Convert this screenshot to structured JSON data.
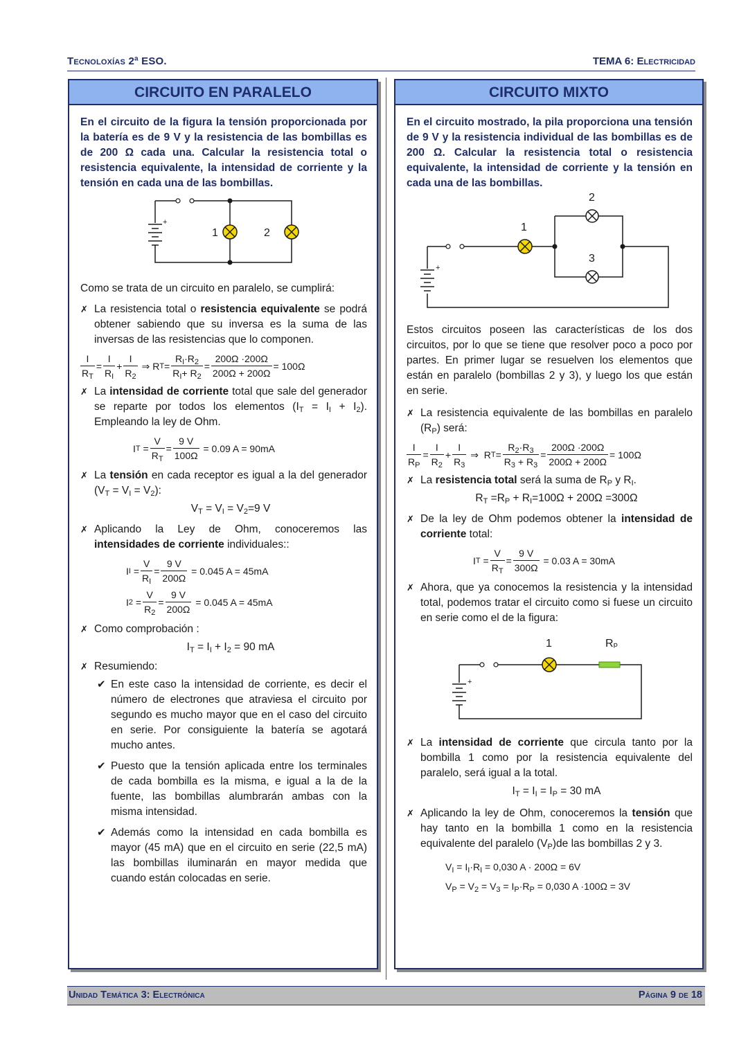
{
  "header": {
    "left": "Tecnoloxías 2ª ESO.",
    "right": "TEMA 6: Electricidad"
  },
  "footer": {
    "left": "Unidad Temática 3: Electrónica",
    "right": "Página 9 de 18"
  },
  "left": {
    "title": "CIRCUITO EN PARALELO",
    "intro": "En el circuito de la figura la tensión proporcionada por la batería es de 9 V y la resistencia de las bombillas es de 200 Ω cada una. Calcular la resistencia total o resistencia equivalente, la intensidad de corriente y la tensión en cada una de las bombillas.",
    "diagram": {
      "bulb1": "1",
      "bulb2": "2"
    },
    "lead": "Como se trata de un circuito en paralelo, se cumplirá:",
    "b1_pre": "La resistencia total o ",
    "b1_bold": "resistencia equivalente",
    "b1_post": " se podrá obtener sabiendo que su inversa es la suma de las inversas de las resistencias que lo componen.",
    "eq1": {
      "one": "I",
      "RT": "R",
      "RT_sub": "T",
      "R1": "R",
      "R1_sub": "I",
      "R2": "R",
      "R2_sub": "2",
      "num1": "R",
      "num_mid": "·R",
      "den_mid": "+ R",
      "v1": "200Ω ·200Ω",
      "v2": "200Ω + 200Ω",
      "result": "= 100Ω"
    },
    "b2_pre": "La ",
    "b2_bold": "intensidad de corriente",
    "b2_post": " total que sale del generador se reparte por todos los elementos (I",
    "b2_tail": "). Empleando la ley de Ohm.",
    "b2_it": "T",
    "b2_eqsum": " = I",
    "b2_plus": " + I",
    "eq2": {
      "lhs": "I",
      "lhs_sub": "T",
      "n1": "V",
      "d1": "R",
      "n2": "9 V",
      "d2": "100Ω",
      "res": "= 0.09 A = 90mA"
    },
    "b3_pre": "La ",
    "b3_bold": "tensión",
    "b3_post": " en cada receptor es igual a la del generador (V",
    "b3_mid1": " = V",
    "b3_mid2": " = V",
    "b3_end": "):",
    "eq3": {
      "a": "V",
      "b": " = V",
      "c": " = V",
      "d": "=9 V"
    },
    "b4_pre": "Aplicando la Ley de Ohm, conoceremos las ",
    "b4_bold": "intensidades de corriente",
    "b4_post": " individuales::",
    "eq4": {
      "lhs": "I",
      "n1": "V",
      "d1": "R",
      "n2": "9 V",
      "d2": "200Ω",
      "res": "= 0.045 A = 45mA"
    },
    "eq5": {
      "lhs": "I",
      "n1": "V",
      "d1": "R",
      "n2": "9 V",
      "d2": "200Ω",
      "res": "= 0.045 A = 45mA"
    },
    "b5": "Como comprobación :",
    "eq6": {
      "a": "I",
      "b": " = I",
      "c": " + I",
      "d": " = 90 mA"
    },
    "b6": "Resumiendo:",
    "c1": "En este caso la intensidad de corriente, es decir el número de electrones que atraviesa el circuito por segundo es mucho mayor que en el caso del circuito en serie. Por consiguiente la batería se agotará mucho antes.",
    "c2": "Puesto que la tensión aplicada entre los terminales de cada bombilla es la misma, e igual a la de la fuente, las bombillas alumbrarán ambas con la misma intensidad.",
    "c3": "Además como la intensidad en cada bombilla es mayor (45 mA) que en el circuito en serie (22,5 mA) las bombillas iluminarán en mayor medida que cuando están colocadas en serie."
  },
  "right": {
    "title": "CIRCUITO MIXTO",
    "intro": "En el circuito mostrado, la pila proporciona una tensión de 9 V y la resistencia individual de las bombillas es de 200 Ω. Calcular la resistencia total o resistencia equivalente, la intensidad de corriente y la tensión en cada una de las bombillas.",
    "diagram": {
      "bulb1": "1",
      "bulb2": "2",
      "bulb3": "3"
    },
    "lead": "Estos circuitos poseen las características de los dos circuitos, por lo que se tiene que resolver poco a poco por partes. En primer lugar se resuelven los elementos que están en paralelo (bombillas 2 y 3), y luego los que están en serie.",
    "b1": "La resistencia equivalente de las bombillas en paralelo (R",
    "b1_sub": "P",
    "b1_end": ") será:",
    "eq1": {
      "v1": "200Ω ·200Ω",
      "v2": "200Ω + 200Ω",
      "result": "= 100Ω"
    },
    "b2_pre": "La ",
    "b2_bold": "resistencia total",
    "b2_post": " será la suma de R",
    "b2_y": " y R",
    "eq2": "=R",
    "eq2b": " + R",
    "eq2c": "=100Ω + 200Ω =300Ω",
    "b3_pre": "De la ley de Ohm podemos obtener la ",
    "b3_bold": "intensidad de corriente",
    "b3_post": " total:",
    "eq3": {
      "n1": "V",
      "d1": "R",
      "n2": "9 V",
      "d2": "300Ω",
      "res": "= 0.03 A = 30mA"
    },
    "b4": "Ahora, que ya conocemos la resistencia y la intensidad total, podemos tratar el circuito como si fuese un circuito en serie como el de la figura:",
    "diagram2": {
      "bulb": "1",
      "rp": "Rₚ"
    },
    "b5_pre": "La ",
    "b5_bold": "intensidad de corriente",
    "b5_post": " que circula tanto por la bombilla 1 como por la resistencia equivalente del paralelo, será igual a la total.",
    "eq5": {
      "a": " = I",
      "b": " = I",
      "c": " = 30 mA"
    },
    "b6_pre": "Aplicando la ley de Ohm, conoceremos la ",
    "b6_bold": "tensión",
    "b6_post": " que hay tanto en la bombilla 1 como en la resistencia equivalente del paralelo (V",
    "b6_end": ")de las bombillas 2 y 3.",
    "eq6a": "= I",
    "eq6a2": "·R",
    "eq6a3": " = 0,030 A · 200Ω = 6V",
    "eq6b": " = V",
    "eq6b2": " = V",
    "eq6b3": " = I",
    "eq6b4": "·R",
    "eq6b5": " = 0,030 A ·100Ω = 3V"
  },
  "colors": {
    "navy": "#1f2d6b",
    "title_bg": "#8fb3ef",
    "bulb": "#f5d800"
  }
}
